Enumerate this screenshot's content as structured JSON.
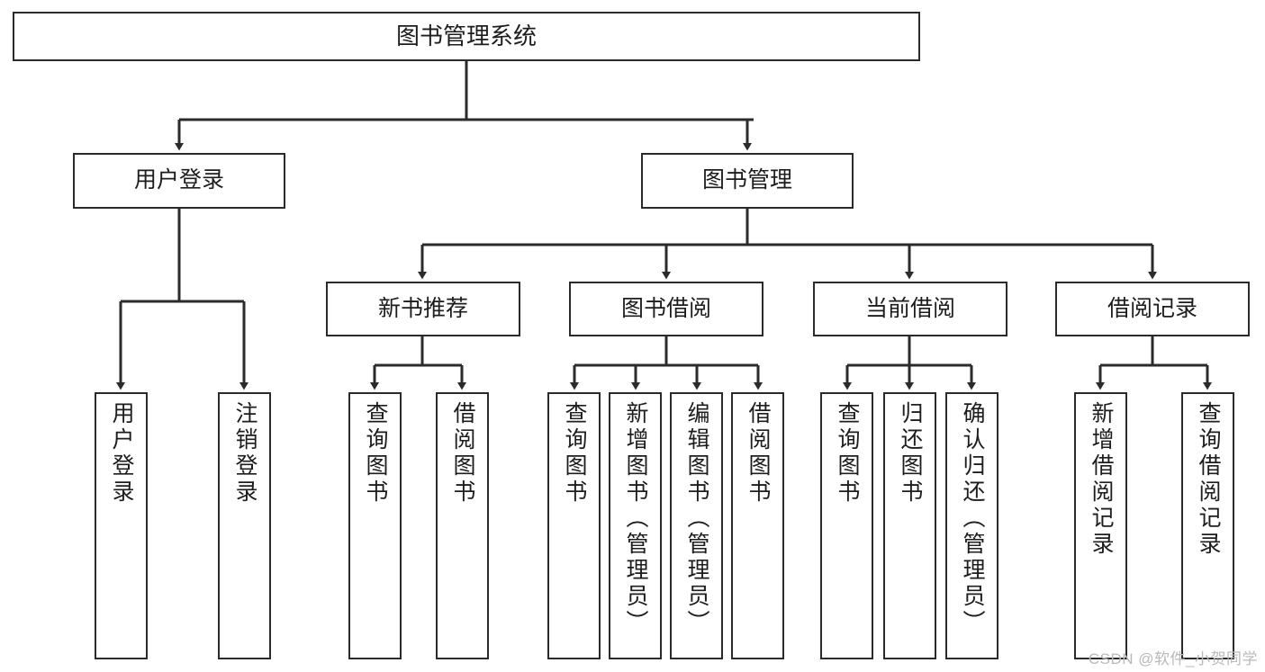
{
  "diagram": {
    "title": "图书管理系统",
    "type": "功能结构图",
    "watermark": "CSDN @软件_小贺同学",
    "colors": {
      "box_border": "#2b2b2b",
      "box_fill": "#ffffff",
      "connector": "#2b2b2b",
      "text": "#1d1d1d",
      "watermark": "#b9b9b9",
      "background": "#ffffff"
    }
  },
  "nodes": {
    "root": {
      "label": "图书管理系统"
    },
    "level2": [
      {
        "id": "user-login",
        "label": "用户登录"
      },
      {
        "id": "book-management",
        "label": "图书管理"
      }
    ],
    "level3": [
      {
        "id": "new-book-recommend",
        "label": "新书推荐"
      },
      {
        "id": "book-borrow",
        "label": "图书借阅"
      },
      {
        "id": "current-borrow",
        "label": "当前借阅"
      },
      {
        "id": "borrow-record",
        "label": "借阅记录"
      }
    ],
    "leaves": {
      "user_login": [
        {
          "id": "leaf-user-login",
          "label": "用户登录"
        },
        {
          "id": "leaf-logout-login",
          "label": "注销登录"
        }
      ],
      "new_book_recommend": [
        {
          "id": "leaf-query-book-1",
          "label": "查询图书"
        },
        {
          "id": "leaf-borrow-book-1",
          "label": "借阅图书"
        }
      ],
      "book_borrow": [
        {
          "id": "leaf-query-book-2",
          "label": "查询图书"
        },
        {
          "id": "leaf-add-book",
          "label": "新增图书（管理员）"
        },
        {
          "id": "leaf-edit-book",
          "label": "编辑图书（管理员）"
        },
        {
          "id": "leaf-borrow-book-2",
          "label": "借阅图书"
        }
      ],
      "current_borrow": [
        {
          "id": "leaf-query-book-3",
          "label": "查询图书"
        },
        {
          "id": "leaf-return-book",
          "label": "归还图书"
        },
        {
          "id": "leaf-confirm-return",
          "label": "确认归还（管理员）"
        }
      ],
      "borrow_record": [
        {
          "id": "leaf-add-record",
          "label": "新增借阅记录"
        },
        {
          "id": "leaf-query-record",
          "label": "查询借阅记录"
        }
      ]
    }
  },
  "hierarchy": {
    "图书管理系统": [
      "用户登录",
      "图书管理"
    ],
    "用户登录": [
      "用户登录",
      "注销登录"
    ],
    "图书管理": [
      "新书推荐",
      "图书借阅",
      "当前借阅",
      "借阅记录"
    ],
    "新书推荐": [
      "查询图书",
      "借阅图书"
    ],
    "图书借阅": [
      "查询图书",
      "新增图书（管理员）",
      "编辑图书（管理员）",
      "借阅图书"
    ],
    "当前借阅": [
      "查询图书",
      "归还图书",
      "确认归还（管理员）"
    ],
    "借阅记录": [
      "新增借阅记录",
      "查询借阅记录"
    ]
  }
}
